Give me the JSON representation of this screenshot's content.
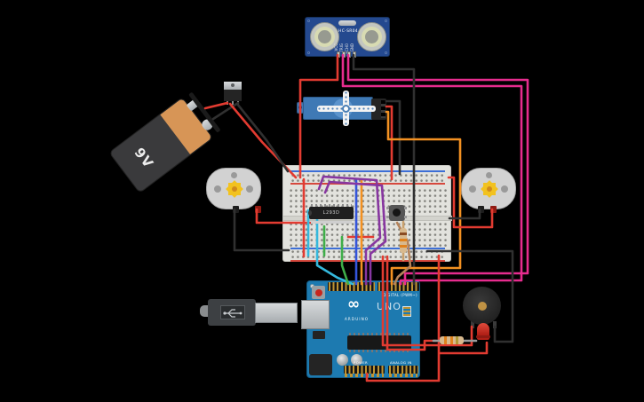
{
  "scene": {
    "background": "#000000",
    "description_labels_only": true
  },
  "colors": {
    "wire_red": "#e23b31",
    "wire_black": "#303030",
    "wire_magenta": "#e62c8e",
    "wire_orange": "#f39122",
    "wire_purple": "#8736a0",
    "wire_green": "#3fae49",
    "wire_cyan": "#35b8dc",
    "wire_blue": "#3455db",
    "wire_brown": "#b5835a",
    "lead_gray": "#9b9b9b",
    "lead_tan": "#c9a06c",
    "arduino_board": "#1d7ab0",
    "breadboard": "#e2e2dd",
    "sensor_board": "#24498f",
    "servo_body": "#3f79b5",
    "motor_body": "#d2d2d2",
    "motor_gear": "#f2c21f",
    "battery_body": "#3a3a3c",
    "battery_band": "#d79556",
    "buzzer": "#2e2e2e",
    "buzzer_center": "#c09244",
    "led_red": "#cc2222",
    "rail_red": "#d6483d",
    "rail_blue": "#3d6fd6"
  },
  "components": {
    "ultrasonic": {
      "label": "HC-SR04",
      "pins": [
        "VCC",
        "TRIG",
        "ECHO",
        "GND"
      ]
    },
    "battery": {
      "label": "9V"
    },
    "ic": {
      "label": "L293D"
    },
    "arduino": {
      "labels": {
        "digital": "DIGITAL (PWM~)",
        "power": "POWER",
        "analog": "ANALOG IN",
        "uno": "UNO",
        "brand": "ARDUINO",
        "logo": "∞"
      }
    }
  }
}
